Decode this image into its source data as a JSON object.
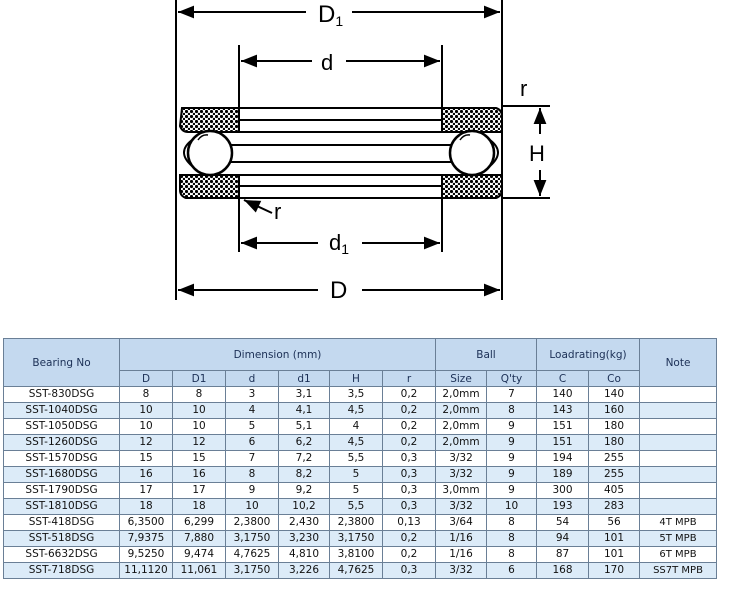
{
  "drawing": {
    "labels": {
      "D1_main": "D",
      "D1_sub": "1",
      "d": "d",
      "r_top": "r",
      "H": "H",
      "r_bottom": "r",
      "d1_main": "d",
      "d1_sub": "1",
      "D": "D"
    }
  },
  "table": {
    "header": {
      "bearing_no": "Bearing No",
      "dimension": "Dimension (mm)",
      "ball": "Ball",
      "loadrating": "Loadrating(kg)",
      "note": "Note",
      "sub": [
        "D",
        "D1",
        "d",
        "d1",
        "H",
        "r",
        "Size",
        "Q'ty",
        "C",
        "Co"
      ]
    },
    "rows": [
      [
        "SST-830DSG",
        "8",
        "8",
        "3",
        "3,1",
        "3,5",
        "0,2",
        "2,0mm",
        "7",
        "140",
        "140",
        ""
      ],
      [
        "SST-1040DSG",
        "10",
        "10",
        "4",
        "4,1",
        "4,5",
        "0,2",
        "2,0mm",
        "8",
        "143",
        "160",
        ""
      ],
      [
        "SST-1050DSG",
        "10",
        "10",
        "5",
        "5,1",
        "4",
        "0,2",
        "2,0mm",
        "9",
        "151",
        "180",
        ""
      ],
      [
        "SST-1260DSG",
        "12",
        "12",
        "6",
        "6,2",
        "4,5",
        "0,2",
        "2,0mm",
        "9",
        "151",
        "180",
        ""
      ],
      [
        "SST-1570DSG",
        "15",
        "15",
        "7",
        "7,2",
        "5,5",
        "0,3",
        "3/32",
        "9",
        "194",
        "255",
        ""
      ],
      [
        "SST-1680DSG",
        "16",
        "16",
        "8",
        "8,2",
        "5",
        "0,3",
        "3/32",
        "9",
        "189",
        "255",
        ""
      ],
      [
        "SST-1790DSG",
        "17",
        "17",
        "9",
        "9,2",
        "5",
        "0,3",
        "3,0mm",
        "9",
        "300",
        "405",
        ""
      ],
      [
        "SST-1810DSG",
        "18",
        "18",
        "10",
        "10,2",
        "5,5",
        "0,3",
        "3/32",
        "10",
        "193",
        "283",
        ""
      ],
      [
        "SST-418DSG",
        "6,3500",
        "6,299",
        "2,3800",
        "2,430",
        "2,3800",
        "0,13",
        "3/64",
        "8",
        "54",
        "56",
        "4T MPB"
      ],
      [
        "SST-518DSG",
        "7,9375",
        "7,880",
        "3,1750",
        "3,230",
        "3,1750",
        "0,2",
        "1/16",
        "8",
        "94",
        "101",
        "5T MPB"
      ],
      [
        "SST-6632DSG",
        "9,5250",
        "9,474",
        "4,7625",
        "4,810",
        "3,8100",
        "0,2",
        "1/16",
        "8",
        "87",
        "101",
        "6T MPB"
      ],
      [
        "SST-718DSG",
        "11,1120",
        "11,061",
        "3,1750",
        "3,226",
        "4,7625",
        "0,3",
        "3/32",
        "6",
        "168",
        "170",
        "SS7T MPB"
      ]
    ]
  }
}
